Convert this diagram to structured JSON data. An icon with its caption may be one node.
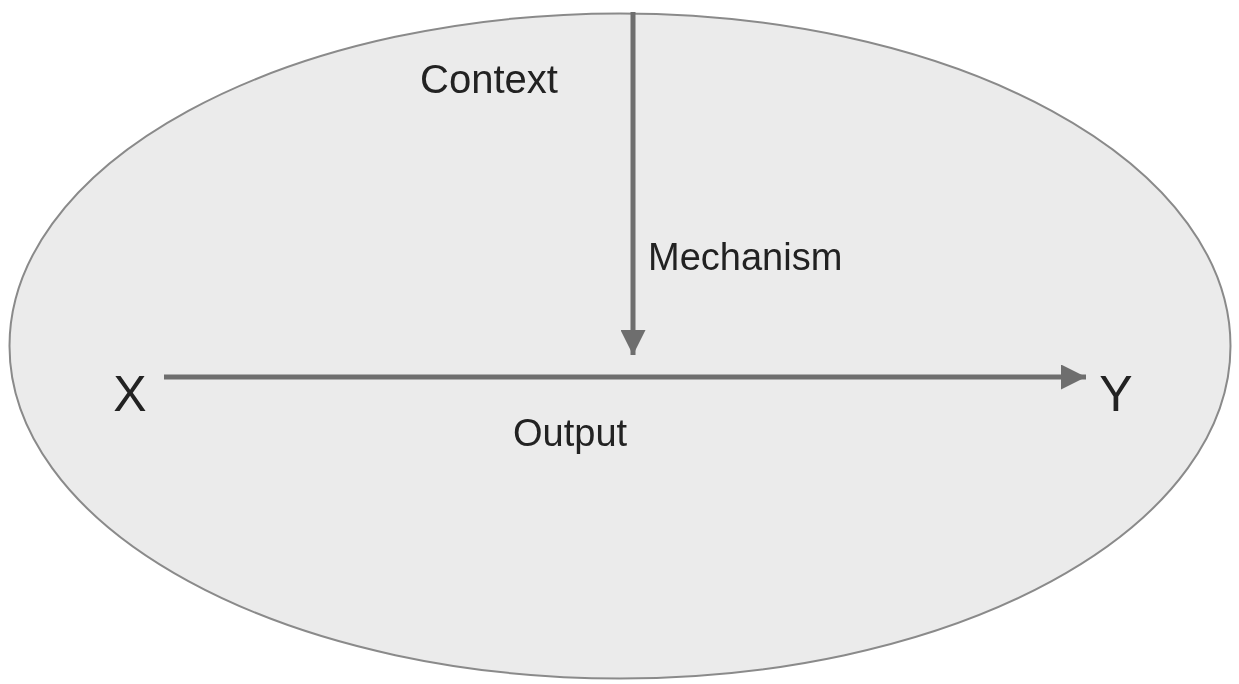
{
  "diagram": {
    "nodes": [
      {
        "text": [],
        "shape": "ellipse"
      },
      {
        "text": [
          "Context"
        ],
        "in": 0
      },
      {
        "text": [
          "X"
        ],
        "in": 0
      },
      {
        "text": [
          "Y"
        ],
        "in": 0
      }
    ],
    "edges": [
      {
        "from": 2,
        "to": 3,
        "arrow": "to",
        "label": "Output"
      },
      {
        "from": 1,
        "to": null,
        "arrow": "to",
        "label": "Mechanism"
      }
    ]
  }
}
